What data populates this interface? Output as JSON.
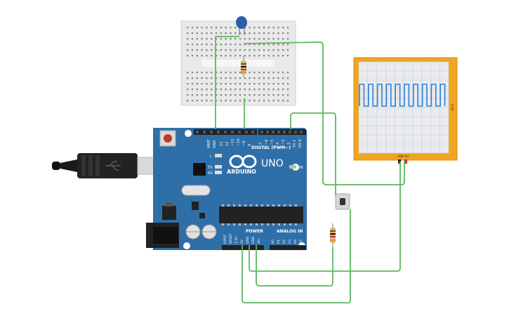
{
  "board": {
    "brand": "ARDUINO",
    "model": "UNO",
    "digital_label": "DIGITAL (PWM~)",
    "power_label": "POWER",
    "analog_label": "ANALOG IN",
    "led_l": "L",
    "led_tx": "TX",
    "led_rx": "RX",
    "on_label": "ON",
    "top_pins": [
      "AREF",
      "GND",
      "13",
      "12",
      "~11",
      "~10",
      "~9",
      "8",
      "7",
      "~6",
      "~5",
      "4",
      "~3",
      "2",
      "TX 1",
      "RX 0"
    ],
    "power_pins": [
      "IOREF",
      "RESET",
      "3.3V",
      "5V",
      "GND",
      "GND",
      "Vin"
    ],
    "analog_pins": [
      "A0",
      "A1",
      "A2",
      "A3",
      "A4",
      "A5"
    ]
  },
  "oscilloscope": {
    "time_label": "200 ms",
    "volt_label": "10 V"
  },
  "colors": {
    "board": "#2f6fa8",
    "wire": "#5cb85c",
    "scope_frame": "#f0a521",
    "trace": "#2f7fd6",
    "capacitor": "#2a5fa8"
  }
}
